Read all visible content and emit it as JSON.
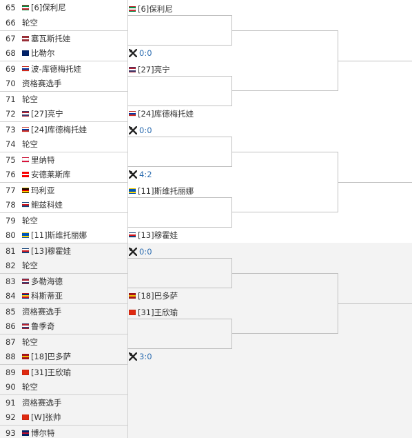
{
  "round1": [
    {
      "num": "65",
      "seed": "[6]",
      "name": "保利尼",
      "flag": "italy"
    },
    {
      "num": "66",
      "seed": "",
      "name": "轮空",
      "flag": ""
    },
    {
      "num": "67",
      "seed": "",
      "name": "塞瓦斯托娃",
      "flag": "latvia"
    },
    {
      "num": "68",
      "seed": "",
      "name": "比勒尔",
      "flag": "australia"
    },
    {
      "num": "69",
      "seed": "",
      "name": "波-库德梅托娃",
      "flag": "russia"
    },
    {
      "num": "70",
      "seed": "",
      "name": "资格赛选手",
      "flag": ""
    },
    {
      "num": "71",
      "seed": "",
      "name": "轮空",
      "flag": ""
    },
    {
      "num": "72",
      "seed": "[27]",
      "name": "亮宁",
      "flag": "usa"
    },
    {
      "num": "73",
      "seed": "[24]",
      "name": "库德梅托娃",
      "flag": "russia"
    },
    {
      "num": "74",
      "seed": "",
      "name": "轮空",
      "flag": ""
    },
    {
      "num": "75",
      "seed": "",
      "name": "里纳特",
      "flag": "poland"
    },
    {
      "num": "76",
      "seed": "",
      "name": "安德莱斯库",
      "flag": "canada"
    },
    {
      "num": "77",
      "seed": "",
      "name": "玛利亚",
      "flag": "germany"
    },
    {
      "num": "78",
      "seed": "",
      "name": "鲍兹科娃",
      "flag": "czech"
    },
    {
      "num": "79",
      "seed": "",
      "name": "轮空",
      "flag": ""
    },
    {
      "num": "80",
      "seed": "[11]",
      "name": "斯维托丽娜",
      "flag": "ukraine"
    },
    {
      "num": "81",
      "seed": "[13]",
      "name": "穆霍娃",
      "flag": "czech"
    },
    {
      "num": "82",
      "seed": "",
      "name": "轮空",
      "flag": ""
    },
    {
      "num": "83",
      "seed": "",
      "name": "多勒海德",
      "flag": "usa"
    },
    {
      "num": "84",
      "seed": "",
      "name": "科斯蒂亚",
      "flag": "romania"
    },
    {
      "num": "85",
      "seed": "",
      "name": "资格赛选手",
      "flag": ""
    },
    {
      "num": "86",
      "seed": "",
      "name": "鲁季奇",
      "flag": "usa"
    },
    {
      "num": "87",
      "seed": "",
      "name": "轮空",
      "flag": ""
    },
    {
      "num": "88",
      "seed": "[18]",
      "name": "巴多萨",
      "flag": "spain"
    },
    {
      "num": "89",
      "seed": "[31]",
      "name": "王欣瑜",
      "flag": "china"
    },
    {
      "num": "90",
      "seed": "",
      "name": "轮空",
      "flag": ""
    },
    {
      "num": "91",
      "seed": "",
      "name": "资格赛选手",
      "flag": ""
    },
    {
      "num": "92",
      "seed": "[W]",
      "name": "张帅",
      "flag": "china"
    },
    {
      "num": "93",
      "seed": "",
      "name": "博尔特",
      "flag": "britain"
    }
  ],
  "round2": [
    {
      "kind": "player",
      "seed": "[6]",
      "name": "保利尼",
      "flag": "italy"
    },
    {
      "kind": "score",
      "score": "0:0"
    },
    {
      "kind": "player",
      "seed": "[27]",
      "name": "亮宁",
      "flag": "usa"
    },
    {
      "kind": "player",
      "seed": "[24]",
      "name": "库德梅托娃",
      "flag": "russia"
    },
    {
      "kind": "score",
      "score": "0:0"
    },
    {
      "kind": "score",
      "score": "4:2"
    },
    {
      "kind": "player",
      "seed": "[11]",
      "name": "斯维托丽娜",
      "flag": "ukraine"
    },
    {
      "kind": "player",
      "seed": "[13]",
      "name": "穆霍娃",
      "flag": "czech"
    },
    {
      "kind": "score",
      "score": "0:0"
    },
    {
      "kind": "player",
      "seed": "[18]",
      "name": "巴多萨",
      "flag": "spain"
    },
    {
      "kind": "player",
      "seed": "[31]",
      "name": "王欣瑜",
      "flag": "china"
    },
    {
      "kind": "score",
      "score": "3:0"
    }
  ],
  "icons": {
    "score_icon": "crossed-rackets-icon"
  },
  "colors": {
    "score_text": "#2b6cb0",
    "italy": [
      "#009246",
      "#ffffff",
      "#ce2b37"
    ],
    "latvia": [
      "#9e3039",
      "#ffffff",
      "#9e3039"
    ],
    "australia": [
      "#012169",
      "#012169",
      "#012169"
    ],
    "russia": [
      "#ffffff",
      "#0039a6",
      "#d52b1e"
    ],
    "usa": [
      "#b22234",
      "#ffffff",
      "#3c3b6e"
    ],
    "poland": [
      "#ffffff",
      "#ffffff",
      "#dc143c"
    ],
    "canada": [
      "#ff0000",
      "#ffffff",
      "#ff0000"
    ],
    "germany": [
      "#000000",
      "#dd0000",
      "#ffce00"
    ],
    "czech": [
      "#ffffff",
      "#d7141a",
      "#11457e"
    ],
    "ukraine": [
      "#0057b7",
      "#0057b7",
      "#ffd700"
    ],
    "romania": [
      "#002b7f",
      "#fcd116",
      "#ce1126"
    ],
    "spain": [
      "#aa151b",
      "#f1bf00",
      "#aa151b"
    ],
    "china": [
      "#de2910",
      "#de2910",
      "#de2910"
    ],
    "britain": [
      "#012169",
      "#c8102e",
      "#012169"
    ]
  }
}
